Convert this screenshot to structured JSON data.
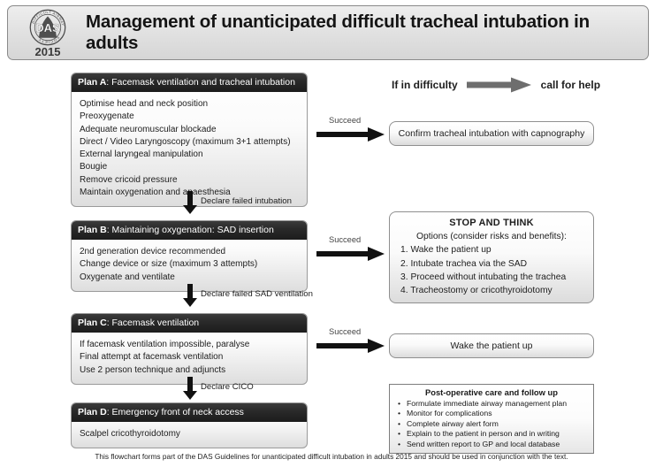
{
  "header": {
    "title": "Management of unanticipated difficult tracheal intubation in adults",
    "logo_name": "das-logo",
    "logo_text": "DAS",
    "logo_ring_top": "DIFFICULT AIRWAY",
    "logo_ring_bottom": "SOCIETY",
    "year": "2015"
  },
  "help_row": {
    "before": "If in difficulty",
    "after": "call for help"
  },
  "plan_a": {
    "label": "Plan A",
    "title": ": Facemask ventilation and tracheal intubation",
    "items": [
      "Optimise head and neck position",
      "Preoxygenate",
      "Adequate neuromuscular blockade",
      "Direct / Video Laryngoscopy (maximum 3+1 attempts)",
      "External laryngeal manipulation",
      "Bougie",
      "Remove cricoid pressure",
      "Maintain oxygenation and anaesthesia"
    ]
  },
  "plan_b": {
    "label": "Plan B",
    "title": ": Maintaining oxygenation: SAD insertion",
    "items": [
      "2nd generation device recommended",
      "Change device or size (maximum 3 attempts)",
      "Oxygenate and ventilate"
    ]
  },
  "plan_c": {
    "label": "Plan C",
    "title": ": Facemask ventilation",
    "items": [
      "If facemask ventilation impossible, paralyse",
      "Final attempt at facemask ventilation",
      "Use 2 person technique and adjuncts"
    ]
  },
  "plan_d": {
    "label": "Plan D",
    "title": ": Emergency front of neck access",
    "items": [
      "Scalpel cricothyroidotomy"
    ]
  },
  "transitions": {
    "a_to_b": "Declare failed intubation",
    "b_to_c": "Declare failed SAD ventilation",
    "c_to_d": "Declare CICO",
    "succeed_a": "Succeed",
    "succeed_b": "Succeed",
    "succeed_c": "Succeed"
  },
  "outcome_a": {
    "text": "Confirm tracheal intubation with capnography"
  },
  "stop_and_think": {
    "title": "STOP AND THINK",
    "subtitle": "Options (consider risks and benefits):",
    "options": [
      "1. Wake the patient up",
      "2. Intubate trachea via the SAD",
      "3. Proceed without intubating the trachea",
      "4. Tracheostomy or cricothyroidotomy"
    ]
  },
  "outcome_c": {
    "text": "Wake the patient up"
  },
  "postop": {
    "title": "Post-operative care and follow up",
    "bullet": "•",
    "items": [
      "Formulate immediate airway management plan",
      "Monitor for complications",
      "Complete airway alert form",
      "Explain to the patient in person and in writing",
      "Send written report to GP and local database"
    ]
  },
  "footer": {
    "note": "This flowchart forms part of the DAS Guidelines for unanticipated difficult intubation in adults 2015 and should be used in conjunction with the text."
  },
  "colors": {
    "header_bg": "#e2e2e2",
    "plan_header_bg": "#262626",
    "arrow": "#1a1a1a",
    "help_arrow": "#6e6e6e",
    "border": "#8f8f8f"
  }
}
